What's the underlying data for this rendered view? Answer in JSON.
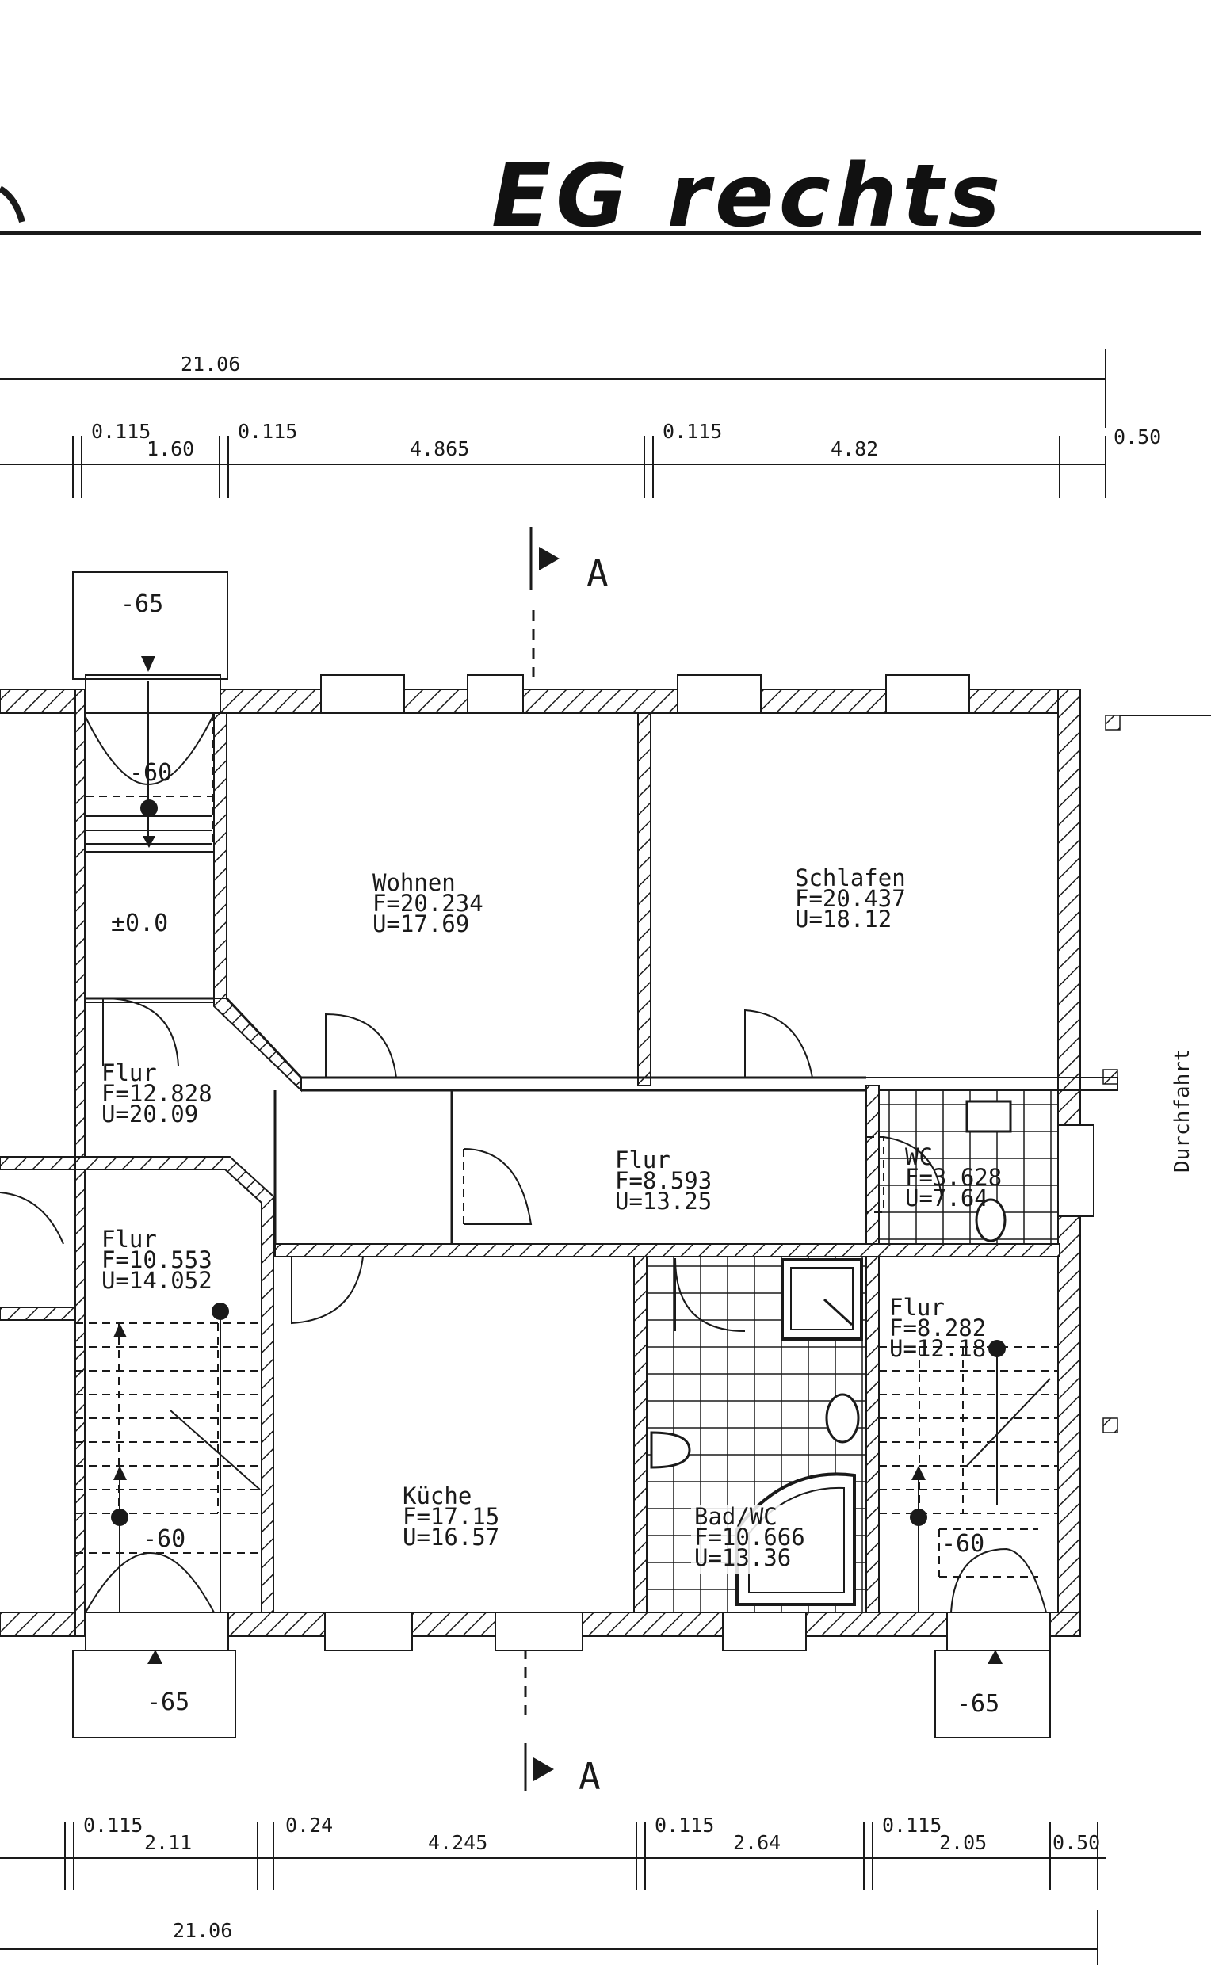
{
  "heading": "EG rechts",
  "side_label": "Durchfahrt",
  "section_marker": "A",
  "dims_top": {
    "total": "21.06",
    "segments": [
      "0.115",
      "1.60",
      "0.115",
      "4.865",
      "0.115",
      "4.82",
      "0.50"
    ]
  },
  "dims_bottom": {
    "total": "21.06",
    "segments": [
      "0.115",
      "2.11",
      "0.24",
      "4.245",
      "0.115",
      "2.64",
      "0.115",
      "2.05",
      "0.50"
    ]
  },
  "levels": {
    "entry_top": "-65",
    "entry_bottom_left": "-65",
    "entry_bottom_right": "-65",
    "landing_top": "-60",
    "landing_bottom_left": "-60",
    "landing_bottom_right": "-60",
    "floor": "±0.0"
  },
  "rooms": {
    "wohnen": {
      "name": "Wohnen",
      "area": "F=20.234",
      "perimeter": "U=17.69"
    },
    "schlafen": {
      "name": "Schlafen",
      "area": "F=20.437",
      "perimeter": "U=18.12"
    },
    "flur1": {
      "name": "Flur",
      "area": "F=12.828",
      "perimeter": "U=20.09"
    },
    "flur2": {
      "name": "Flur",
      "area": "F=8.593",
      "perimeter": "U=13.25"
    },
    "wc": {
      "name": "WC",
      "area": "F=3.628",
      "perimeter": "U=7.64"
    },
    "flur3": {
      "name": "Flur",
      "area": "F=10.553",
      "perimeter": "U=14.052"
    },
    "flur4": {
      "name": "Flur",
      "area": "F=8.282",
      "perimeter": "U=12.18"
    },
    "kueche": {
      "name": "Küche",
      "area": "F=17.15",
      "perimeter": "U=16.57"
    },
    "bad": {
      "name": "Bad/WC",
      "area": "F=10.666",
      "perimeter": "U=13.36"
    }
  },
  "colors": {
    "ink": "#1a1a1a",
    "paper": "#ffffff"
  }
}
